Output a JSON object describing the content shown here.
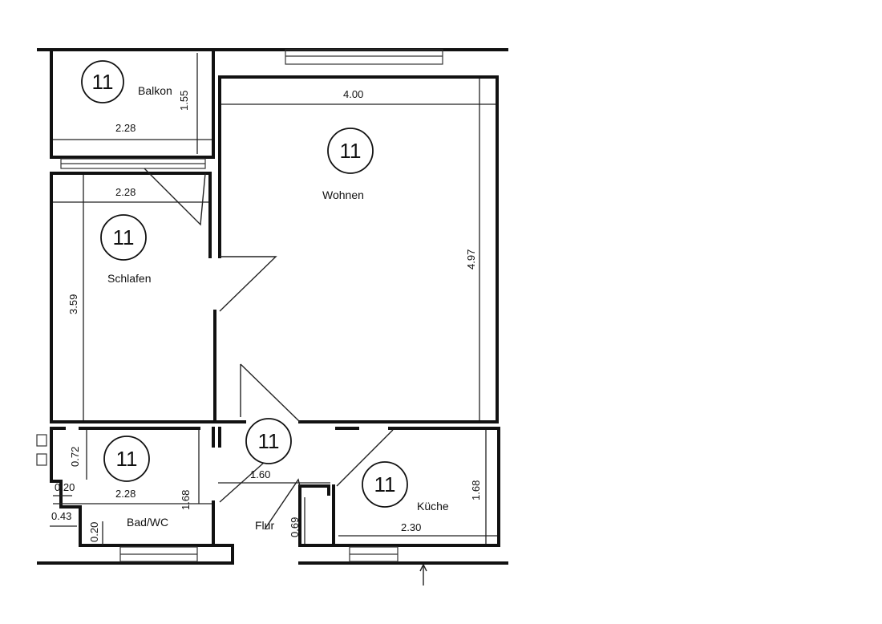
{
  "rooms": {
    "balkon": {
      "label": "Balkon",
      "number": "11"
    },
    "wohnen": {
      "label": "Wohnen",
      "number": "11"
    },
    "schlafen": {
      "label": "Schlafen",
      "number": "11"
    },
    "flur": {
      "label": "Flur",
      "number": "11"
    },
    "bad": {
      "label": "Bad/WC",
      "number": "11"
    },
    "kueche": {
      "label": "Küche",
      "number": "11"
    }
  },
  "dimensions": {
    "balkon_width": "2.28",
    "balkon_depth": "1.55",
    "wohnen_width": "4.00",
    "wohnen_depth": "4.97",
    "schlafen_width": "2.28",
    "schlafen_depth": "3.59",
    "flur_width": "1.60",
    "bad_width": "2.28",
    "bad_depth": "1.68",
    "bad_a": "0.72",
    "bad_b": "0.20",
    "bad_c": "0.43",
    "bad_d": "0.20",
    "kueche_width": "2.30",
    "kueche_depth": "1.68",
    "kueche_niche": "0.69"
  }
}
